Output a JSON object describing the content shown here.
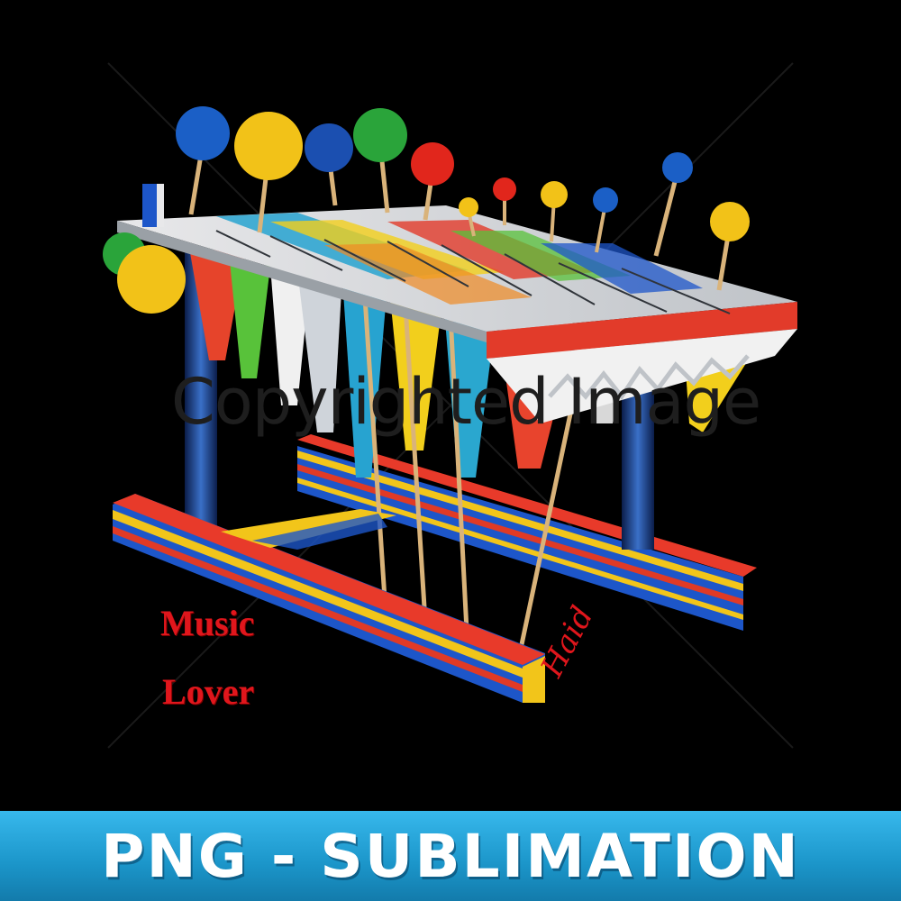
{
  "artwork": {
    "label_line1": "Music",
    "label_line2": "Lover",
    "signature": "Haid",
    "watermark": "Copyrighted Image"
  },
  "banner": {
    "text": "PNG - SUBLIMATION",
    "color": "#1f9fd5"
  },
  "colors": {
    "background": "#000000",
    "label_red": "#e0161c",
    "banner_blue": "#1f9fd5"
  }
}
